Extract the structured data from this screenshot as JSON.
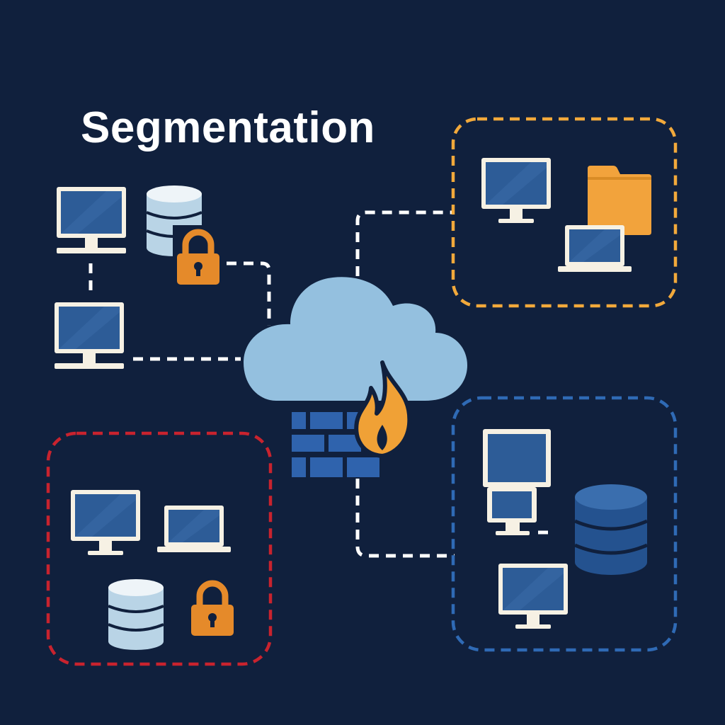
{
  "title": "Segmentation",
  "colors": {
    "background": "#10203d",
    "screen": "#2d5c97",
    "frame": "#f6f1e4",
    "cloud": "#94c0df",
    "firewall_brick": "#2f63ad",
    "flame": "#f0a136",
    "lock": "#e58a2a",
    "folder": "#f2a33c",
    "database_light": "#b9d4e6",
    "database_dark": "#24528f",
    "link": "#ffffff",
    "zone_yellow": "#f2a93b",
    "zone_red": "#c8232e",
    "zone_blue": "#2f6ab5"
  },
  "icons": [
    "desktop-icon",
    "laptop-icon",
    "database-icon",
    "lock-icon",
    "folder-icon",
    "cloud-icon",
    "firewall-icon",
    "flame-icon"
  ],
  "zones": [
    {
      "name": "yellow-zone",
      "color": "#f2a93b"
    },
    {
      "name": "red-zone",
      "color": "#c8232e"
    },
    {
      "name": "blue-zone",
      "color": "#2f6ab5"
    }
  ]
}
